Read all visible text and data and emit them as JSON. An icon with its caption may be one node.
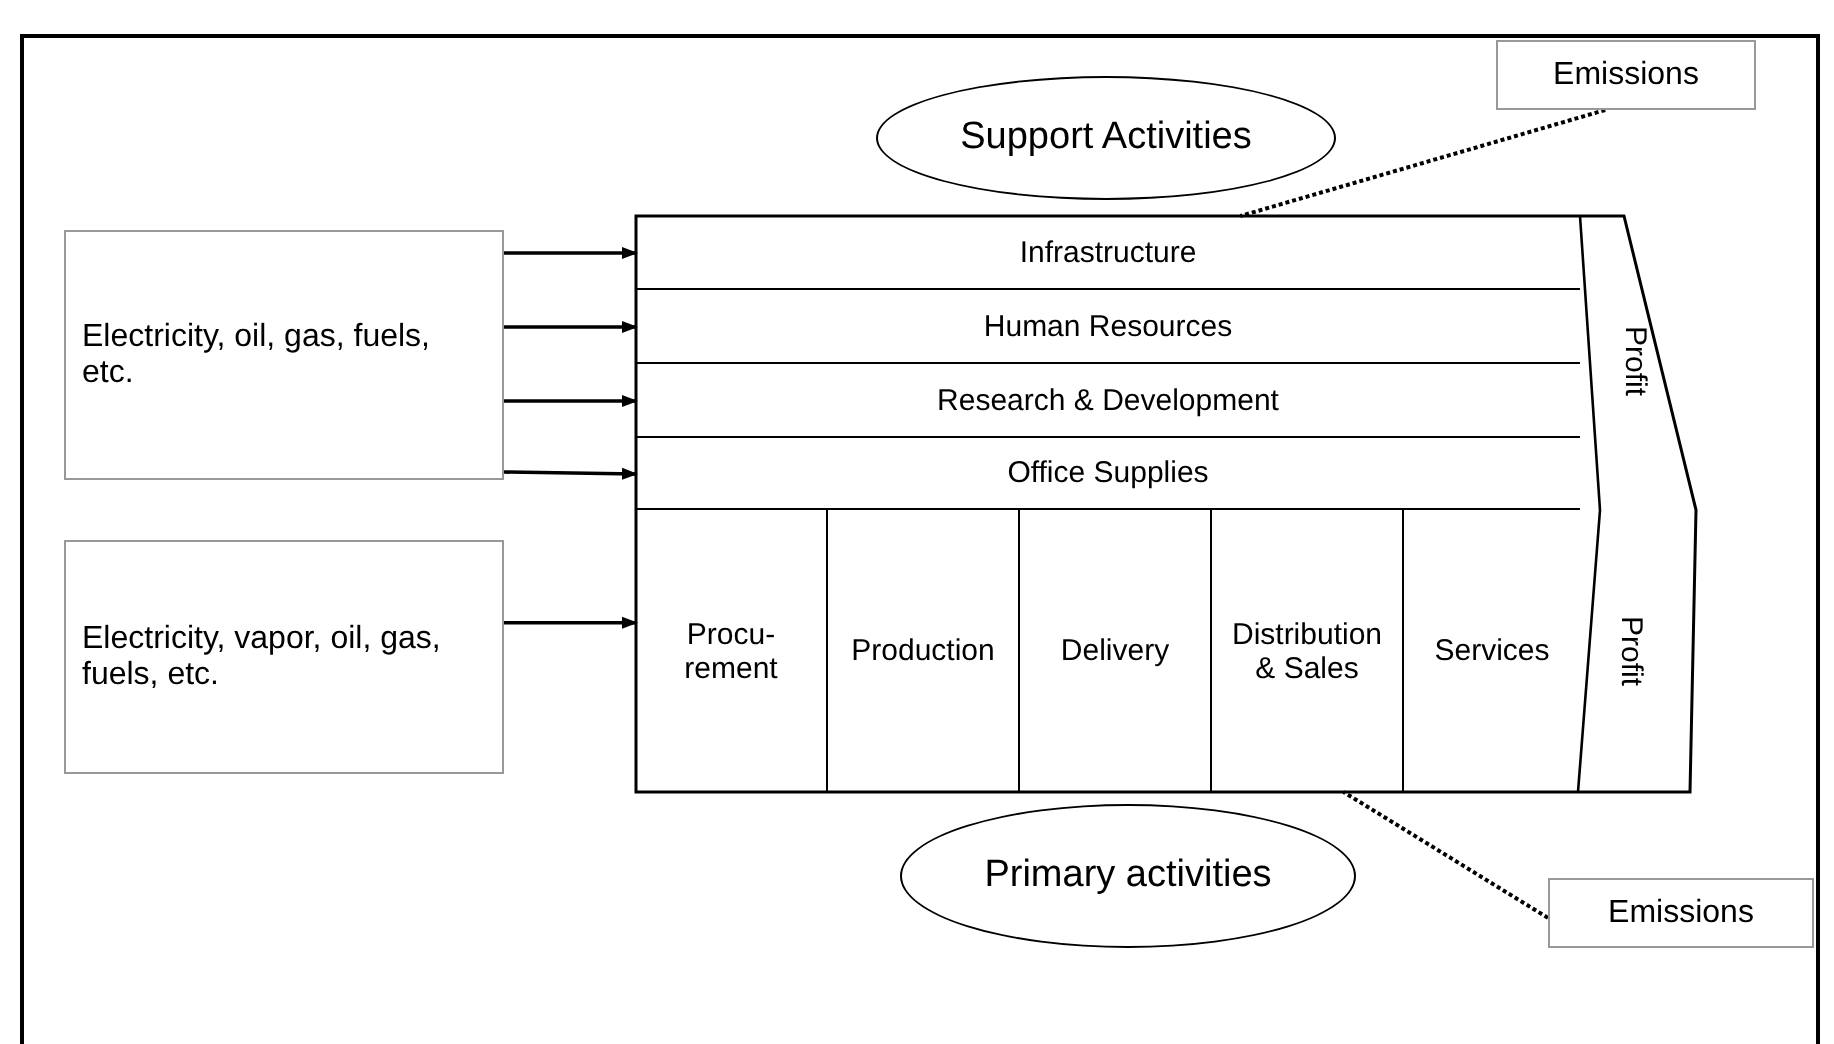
{
  "diagram": {
    "nodes": [
      {
        "text": [
          "Support Activities"
        ]
      },
      {
        "text": [
          "Emissions"
        ]
      },
      {
        "text": [
          "Electricity, oil, gas, fuels, etc."
        ]
      },
      {
        "text": [
          "Electricity, vapor, oil, gas, fuels, etc."
        ]
      },
      {
        "text": [],
        "shape": "chevron"
      },
      {
        "text": [
          "Infrastructure"
        ],
        "in": 4
      },
      {
        "text": [
          "Human Resources"
        ],
        "in": 4
      },
      {
        "text": [
          "Research & Development"
        ],
        "in": 4
      },
      {
        "text": [
          "Office Supplies"
        ],
        "in": 4
      },
      {
        "text": [
          "Procu- rement"
        ],
        "in": 4
      },
      {
        "text": [
          "Production"
        ],
        "in": 4
      },
      {
        "text": [
          "Delivery"
        ],
        "in": 4
      },
      {
        "text": [
          "Distribution & Sales"
        ],
        "in": 4
      },
      {
        "text": [
          "Services"
        ],
        "in": 4
      },
      {
        "text": [
          "Profit"
        ],
        "in": 4
      },
      {
        "text": [
          "Profit"
        ],
        "in": 4
      },
      {
        "text": [
          "Primary activities"
        ]
      },
      {
        "text": [
          "Emissions"
        ]
      }
    ],
    "edges": [
      {
        "from": 2,
        "to": 5,
        "arrow": "to"
      },
      {
        "from": 2,
        "to": 6,
        "arrow": "to"
      },
      {
        "from": 2,
        "to": 7,
        "arrow": "to"
      },
      {
        "from": 2,
        "to": 8,
        "arrow": "to"
      },
      {
        "from": 3,
        "to": 9,
        "arrow": "to"
      },
      {
        "from": 1,
        "to": 4,
        "arrow": "none",
        "style": "dashed"
      },
      {
        "from": 17,
        "to": 4,
        "arrow": "none",
        "style": "dashed"
      }
    ]
  }
}
